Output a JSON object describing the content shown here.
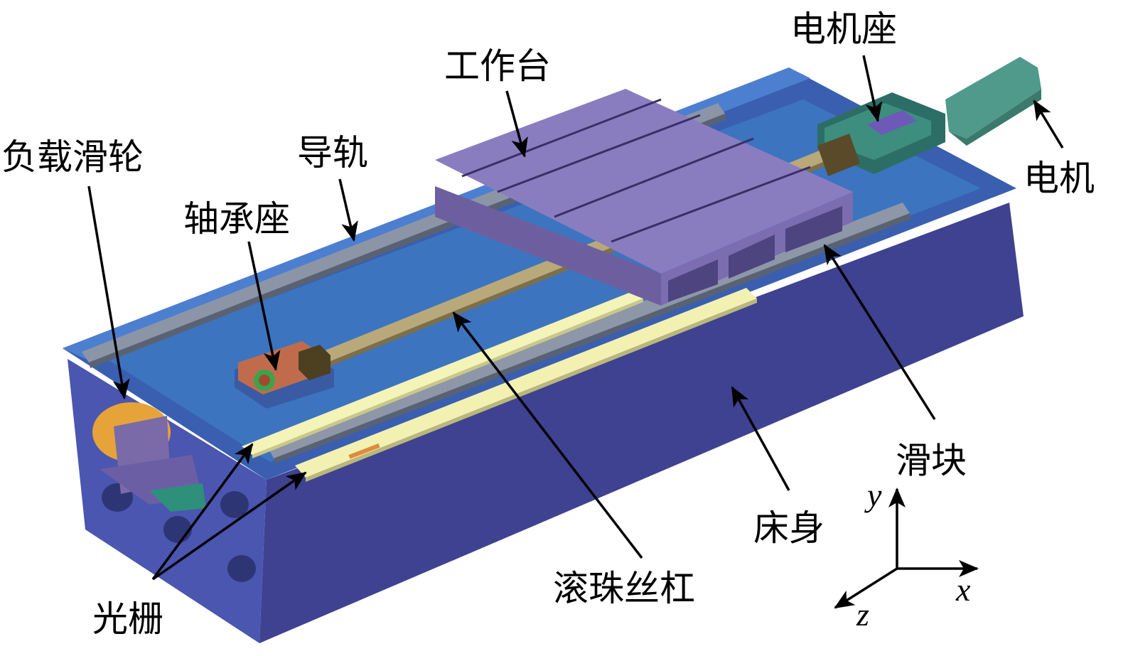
{
  "labels": {
    "workbench": "工作台",
    "motor_seat": "电机座",
    "motor": "电机",
    "load_pulley": "负载滑轮",
    "guide_rail": "导轨",
    "bearing_seat": "轴承座",
    "slider": "滑块",
    "bed": "床身",
    "ball_screw": "滚珠丝杠",
    "grating": "光栅"
  },
  "axes": {
    "x": "x",
    "y": "y",
    "z": "z"
  },
  "colors": {
    "bed": "#3f4596",
    "bed_dark": "#333872",
    "bed_top": "#3b6fb8",
    "table": "#8679bb",
    "table_side": "#6f62a3",
    "rail": "#8d96a8",
    "grating": "#f4f3b8",
    "motor": "#4f9a8a",
    "motor_seat": "#2c6e66",
    "screw": "#b8a878",
    "bearing": "#c07050",
    "pulley": "#e8a53c"
  }
}
